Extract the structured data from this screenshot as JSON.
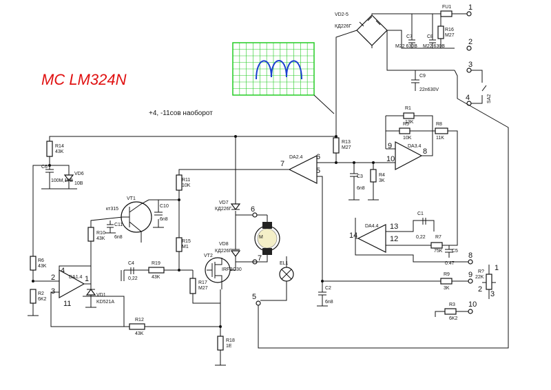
{
  "title": "MC LM324N",
  "note": "+4, -11сов наоборот",
  "components": {
    "vd2_5": "VD2-5",
    "vd2_5_type": "КД226Г",
    "fu1": "FU1",
    "c7": "C7",
    "c7_val": "M22 630B",
    "c8": "C8",
    "c8_val": "M22 630B",
    "r16": "R16",
    "r16_val": "M27",
    "c9": "C9",
    "c9_val": "22n630V",
    "sa2": "SA2",
    "r1": "R1",
    "r1_val": "13K",
    "r5": "R5",
    "r5_val": "10K",
    "r8": "R8",
    "r8_val": "11K",
    "da34": "DA3.4",
    "r13": "R13",
    "r13_val": "M27",
    "da24": "DA2.4",
    "c3": "C3",
    "c3_val": "6n8",
    "r4": "R4",
    "r4_val": "3K",
    "r14": "R14",
    "r14_val": "43K",
    "c6": "C6",
    "c6_val": "100M,16B",
    "vd6": "VD6",
    "vd6_val": "10B",
    "r11": "R11",
    "r11_val": "10K",
    "vd7": "VD7",
    "vd7_type": "КД226Г",
    "vt1": "VT1",
    "vt1_type": "кт315",
    "c10": "C10",
    "c10_val": "6n8",
    "c11": "C11",
    "c11_val": "6n8",
    "r10": "R10",
    "r10_val": "43K",
    "r15": "R15",
    "r15_val": "M1",
    "vd8": "VD8",
    "vd8_type": "КД226Г",
    "vt2": "VT2",
    "vt2_type": "IRFBC30",
    "m": "M",
    "el1": "EL1",
    "da44": "DA4.4",
    "c1": "C1",
    "c1_val": "0,22",
    "r7": "R7",
    "r7_val": "75K",
    "c5": "C5",
    "c5_val": "0.47",
    "r6": "R6",
    "r6_val": "43K",
    "r2": "R2",
    "r2_val": "6K2",
    "da14": "DA1.4",
    "vd1": "VD1",
    "vd1_type": "KD521A",
    "c4": "C4",
    "c4_val": "0,22",
    "r19": "R19",
    "r19_val": "43K",
    "r17": "R17",
    "r17_val": "M27",
    "c2": "C2",
    "c2_val": "6n8",
    "r9": "R9",
    "r9_val": "3K",
    "r7b": "R?",
    "r7b_val": "22K",
    "r3": "R3",
    "r3_val": "6K2",
    "r12": "R12",
    "r12_val": "43K",
    "r18": "R18",
    "r18_val": "1E"
  },
  "pins": {
    "p1": "1",
    "p2": "2",
    "p3": "3",
    "p4": "4",
    "p5": "5",
    "p6": "6",
    "p7": "7",
    "p8": "8",
    "p9": "9",
    "p10": "10",
    "p11": "11",
    "p12": "12",
    "p13": "13",
    "p14": "14"
  },
  "colors": {
    "title": "#e01010",
    "scope_grid": "#22cc22",
    "scope_bg": "#ffffff",
    "trace": "#1a3fd0",
    "wire": "#111111"
  }
}
